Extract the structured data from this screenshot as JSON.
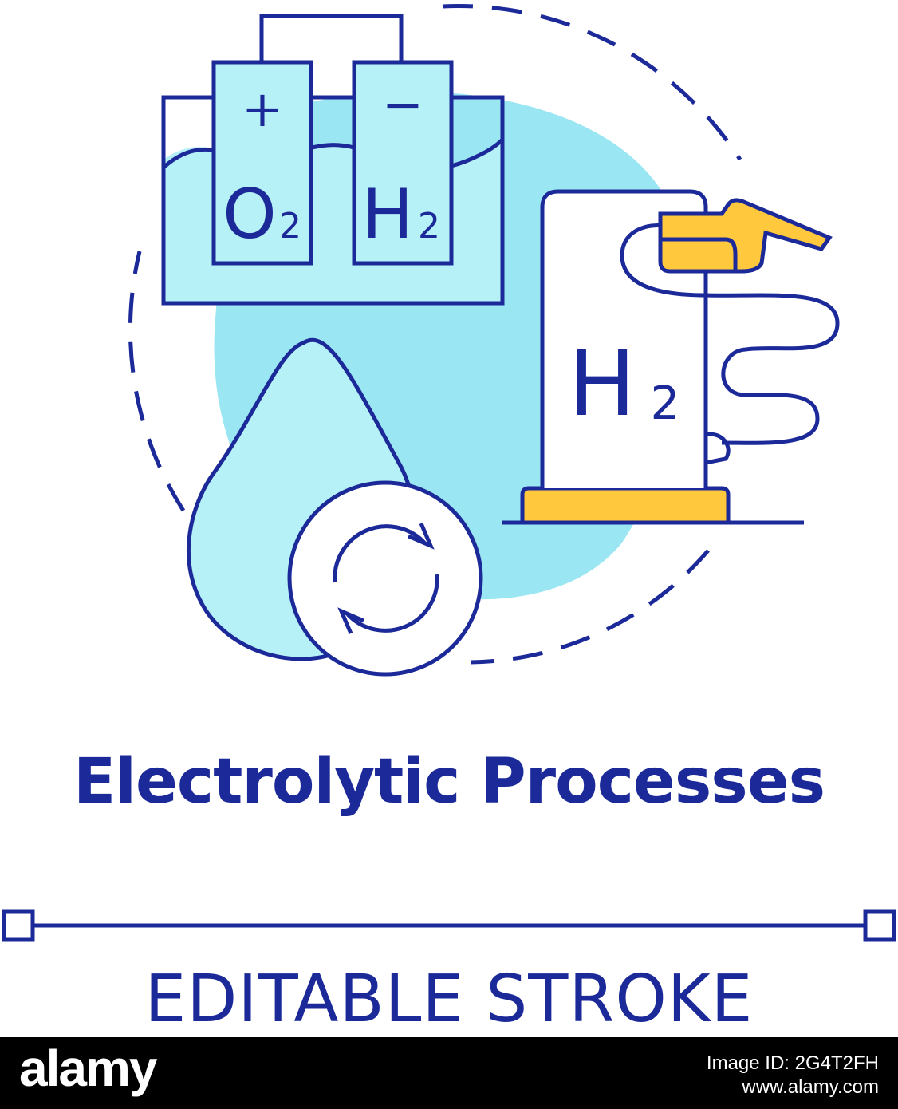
{
  "colors": {
    "stroke": "#1c2a99",
    "water": "#7fe6f4",
    "background_blob": "#9ae6f2",
    "accent": "#ffc83d",
    "title": "#1c2a99"
  },
  "icon": {
    "anode_sign": "+",
    "cathode_sign": "−",
    "anode_label": "O",
    "anode_sub": "2",
    "cathode_label": "H",
    "cathode_sub": "2",
    "pump_label": "H",
    "pump_sub": "2",
    "icon_names": [
      "electrolysis-cell-icon",
      "water-drop-icon",
      "refresh-icon",
      "hydrogen-pump-icon",
      "fuel-nozzle-icon"
    ]
  },
  "title": "Electrolytic Processes",
  "subtitle": "EDITABLE STROKE",
  "footer": {
    "logo": "alamy",
    "image_id": "Image ID: 2G4T2FH",
    "site": "www.alamy.com"
  }
}
